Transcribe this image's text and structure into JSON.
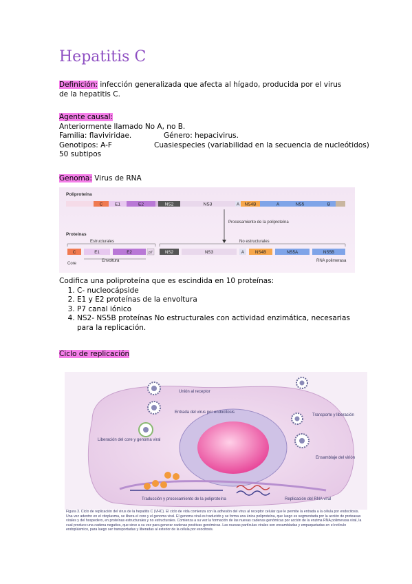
{
  "title": "Hepatitis C",
  "definicion": {
    "label": "Definición:",
    "text": " infección generalizada que afecta al hígado, producida por el virus de la hepatitis C."
  },
  "agente": {
    "label": "Agente causal:",
    "line1": "Anteriormente llamado No A, no B.",
    "familia": "Familia: flaviviridae.",
    "genero": "Género: hepacivirus.",
    "genotipos": "Genotipos: A-F",
    "cuasiespecies": "Cuasiespecies (variabilidad en la secuencia de nucleótidos)",
    "subtipos": "50 subtipos"
  },
  "genoma": {
    "label": "Genoma:",
    "text": " Virus de RNA"
  },
  "diagram1": {
    "poliproteina_label": "Poliproteína",
    "segments": [
      "C",
      "E1",
      "E2",
      "NS2",
      "NS3",
      "A",
      "NS4B",
      "A",
      "NS5",
      "B"
    ],
    "processing_label": "Procesamiento de la poliproteína",
    "proteinas_label": "Proteínas",
    "estructurales_label": "Estructurales",
    "no_estructurales_label": "No estructurales",
    "proteins": [
      "C",
      "E1",
      "E2",
      "p7",
      "NS2",
      "NS3",
      "A",
      "NS4B",
      "NS5A",
      "NS5B"
    ],
    "core_label": "Core",
    "envoltura_label": "Envoltura",
    "rna_polimerasa_label": "RNA polimerasa"
  },
  "codifica": {
    "intro": "Codifica una poliproteína que es escindida en 10 proteínas:",
    "items": [
      "C- nucleocápside",
      "E1 y E2 proteínas de la envoltura",
      "P7 canal iónico",
      "NS2- NS5B proteínas No estructurales con actividad enzimática, necesarias para la replicación."
    ]
  },
  "ciclo": {
    "label": "Ciclo de replicación"
  },
  "diagram2": {
    "union": "Unión al receptor",
    "entrada": "Entrada del virus por endocitosis",
    "liberacion": "Liberación del core y genoma viral",
    "transporte": "Transporte y liberación",
    "ensamblaje": "Ensamblaje del virión",
    "traduccion": "Traducción y procesamiento de la poliproteína",
    "replicacion": "Replicación del RNA viral",
    "caption": "Figura 3. Ciclo de replicación del virus de la hepatitis C (VHC). El ciclo de vida comienza con la adhesión del virus al receptor celular que le permite la entrada a la célula por endocitosis. Una vez adentro en el citoplasma, se libera el core y el genoma viral. El genoma viral es traducido y se forma una única poliproteína, que luego es segmentada por la acción de proteasas virales y del hospedero, en proteínas estructurales y no estructurales. Comienza a su vez la formación de las nuevas cadenas genómicas por acción de la enzima RNA polimerasa viral, la cual produce una cadena negativa, que sirve a su vez para generar cadenas positivas genómicas. Las nuevas partículas virales son ensambladas y empaquetadas en el retículo endoplásmico, para luego ser transportadas y liberadas al exterior de la célula por exocitosis."
  },
  "colors": {
    "title": "#8e4fc2",
    "highlight": "#f57ee9",
    "core": "#f07a50",
    "envelope": "#b978d6",
    "ns2": "#555555",
    "ns": "#e9d8ec",
    "ns4b": "#f6a64a",
    "ns5": "#7fa4e8"
  }
}
